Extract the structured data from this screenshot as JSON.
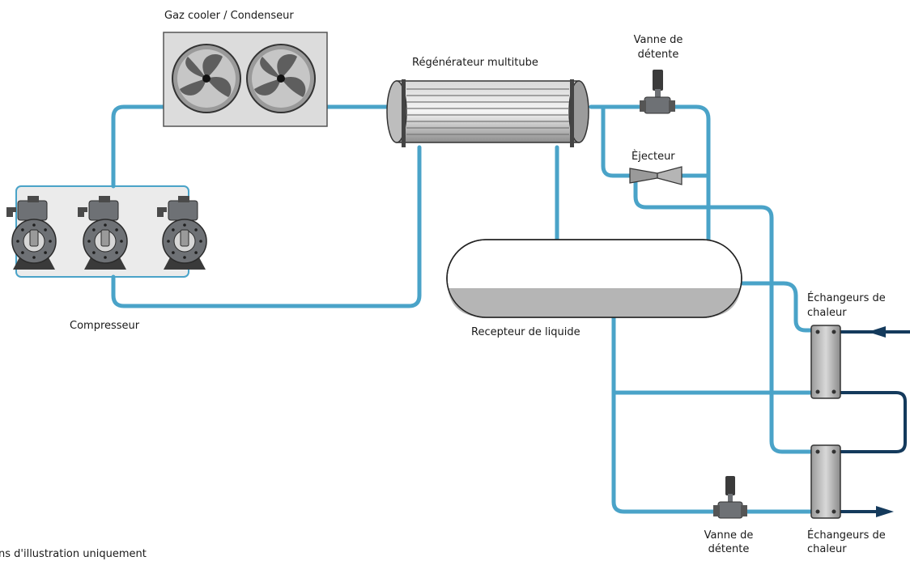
{
  "labels": {
    "gas_cooler": "Gaz cooler / Condenseur",
    "regenerator": "Régénérateur multitube",
    "expansion_valve_top_1": "Vanne de",
    "expansion_valve_top_2": "détente",
    "ejector": "Èjecteur",
    "compressor": "Compresseur",
    "receiver": "Recepteur de liquide",
    "hex_top_1": "Échangeurs de",
    "hex_top_2": "chaleur",
    "expansion_valve_bottom_1": "Vanne de",
    "expansion_valve_bottom_2": "détente",
    "hex_bottom_1": "Échangeurs de",
    "hex_bottom_2": "chaleur",
    "footnote": "ns d'illustration uniquement"
  },
  "colors": {
    "pipe": "#4aa3c8",
    "brine": "#143a5c",
    "equipment": "#6e7175",
    "liquid": "#b5b5b5"
  }
}
